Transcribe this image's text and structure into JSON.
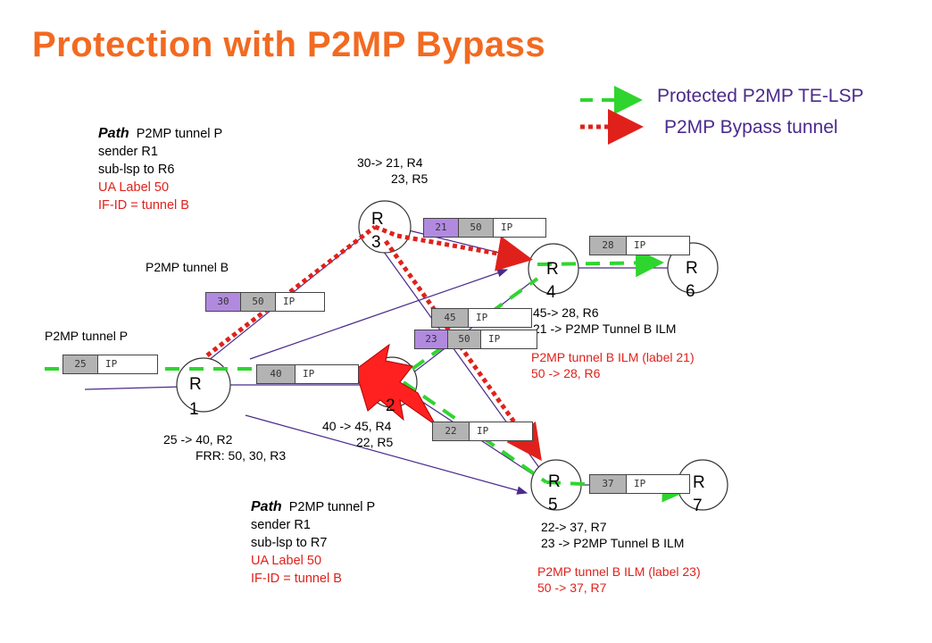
{
  "title": "Protection with P2MP Bypass",
  "legend": {
    "protected": "Protected P2MP TE-LSP",
    "bypass": "P2MP Bypass tunnel"
  },
  "colors": {
    "title": "#f26a21",
    "protected_lsp": "#2fd52f",
    "bypass_tunnel": "#e0211b",
    "link": "#4b2a8c",
    "label_grey": "#b3b3b3",
    "label_purple": "#b18ae0",
    "failure": "#ff2020"
  },
  "path_notes": {
    "top": {
      "heading": "Path",
      "tunnel": "P2MP tunnel P",
      "sender": "sender R1",
      "sublsp": "sub-lsp to R6",
      "ua": "UA Label 50",
      "ifid": "IF-ID = tunnel B"
    },
    "bottom": {
      "heading": "Path",
      "tunnel": "P2MP tunnel P",
      "sender": "sender R1",
      "sublsp": "sub-lsp to R7",
      "ua": "UA Label 50",
      "ifid": "IF-ID  = tunnel B"
    }
  },
  "routers": {
    "r1": [
      "R",
      "1"
    ],
    "r2": [
      "2"
    ],
    "r3": [
      "R",
      "3"
    ],
    "r4": [
      "R",
      "4"
    ],
    "r5": [
      "R",
      "5"
    ],
    "r6": [
      "R",
      "6"
    ],
    "r7": [
      "R",
      "7"
    ]
  },
  "labels": {
    "tunnel_b": "P2MP tunnel B",
    "tunnel_p": "P2MP tunnel P",
    "r3_ilm": [
      "30-> 21, R4",
      "23, R5"
    ],
    "r1_ilm": [
      "25 -> 40, R2",
      "FRR: 50, 30, R3"
    ],
    "r2_ilm": [
      "40 -> 45, R4",
      "22, R5"
    ],
    "r4_ilm": [
      "45-> 28, R6",
      "21 -> P2MP Tunnel B ILM"
    ],
    "r4_bypass_ilm": [
      "P2MP tunnel B ILM  (label 21)",
      "50 -> 28, R6"
    ],
    "r5_ilm": [
      "22-> 37, R7",
      "23 -> P2MP Tunnel B ILM"
    ],
    "r5_bypass_ilm": [
      "P2MP tunnel B ILM  (label 23)",
      "50 -> 37, R7"
    ]
  },
  "packets": {
    "p25": [
      "25",
      "IP"
    ],
    "p3050": [
      "30",
      "50",
      "IP"
    ],
    "p40": [
      "40",
      "IP"
    ],
    "p2150": [
      "21",
      "50",
      "IP"
    ],
    "p28": [
      "28",
      "IP"
    ],
    "p45": [
      "45",
      "IP"
    ],
    "p2350": [
      "23",
      "50",
      "IP"
    ],
    "p22": [
      "22",
      "IP"
    ],
    "p37": [
      "37",
      "IP"
    ]
  }
}
